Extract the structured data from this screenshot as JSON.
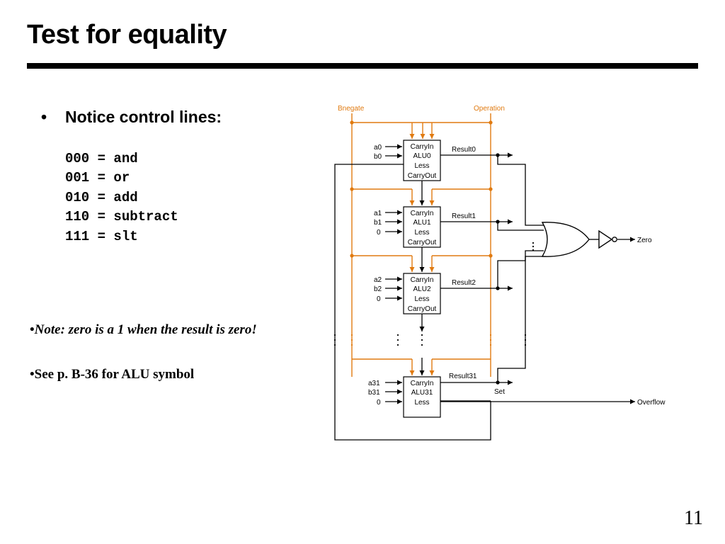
{
  "title": "Test for equality",
  "bullet": {
    "marker": "•",
    "text": "Notice control lines:"
  },
  "codes": [
    "000 = and",
    "001 = or",
    "010 = add",
    "110 = subtract",
    "111 = slt"
  ],
  "note": {
    "marker": "•",
    "italic": "Note:  zero is a 1 when the result is zero!"
  },
  "see": "•See p. B-36 for ALU symbol",
  "page_number": "11",
  "diagram": {
    "control_labels": [
      "Bnegate",
      "Operation"
    ],
    "alus": [
      {
        "name": "ALU0",
        "carry_in": "CarryIn",
        "less": "Less",
        "carry_out": "CarryOut",
        "in_a": "a0",
        "in_b": "b0",
        "result": "Result0"
      },
      {
        "name": "ALU1",
        "carry_in": "CarryIn",
        "less": "Less",
        "carry_out": "CarryOut",
        "in_a": "a1",
        "in_b": "b1",
        "less_in": "0",
        "result": "Result1"
      },
      {
        "name": "ALU2",
        "carry_in": "CarryIn",
        "less": "Less",
        "carry_out": "CarryOut",
        "in_a": "a2",
        "in_b": "b2",
        "less_in": "0",
        "result": "Result2"
      },
      {
        "name": "ALU31",
        "carry_in": "CarryIn",
        "less": "Less",
        "in_a": "a31",
        "in_b": "b31",
        "less_in": "0",
        "result": "Result31"
      }
    ],
    "set_label": "Set",
    "overflow_label": "Overflow",
    "zero_label": "Zero",
    "colors": {
      "control": "#e07a10",
      "wire": "#000000"
    }
  }
}
